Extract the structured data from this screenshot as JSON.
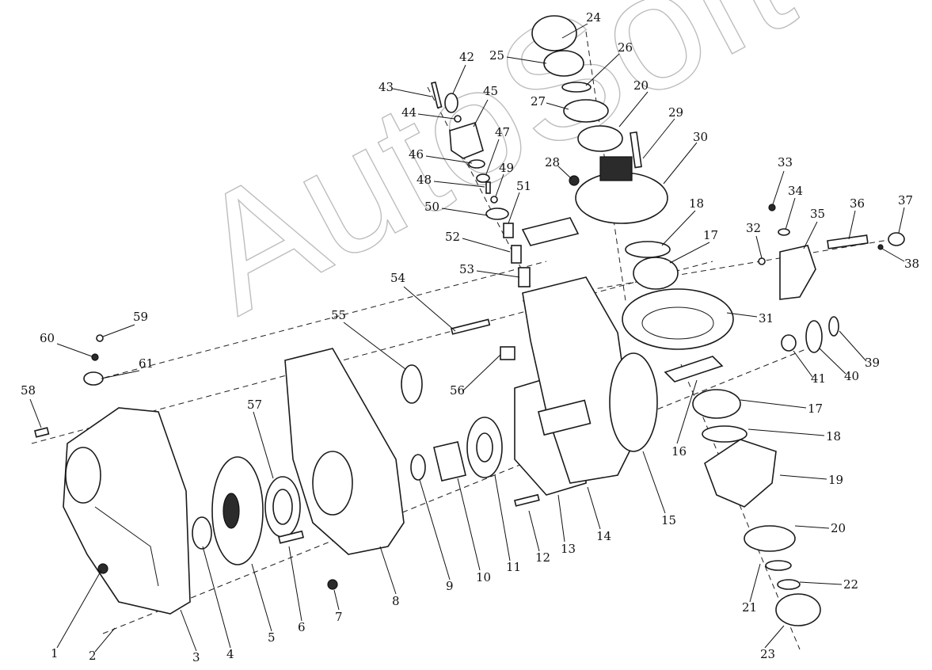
{
  "watermark": {
    "text": "AutoSoft"
  },
  "corner_mark": "",
  "callouts": [
    {
      "label": "1"
    },
    {
      "label": "2"
    },
    {
      "label": "3"
    },
    {
      "label": "4"
    },
    {
      "label": "5"
    },
    {
      "label": "6"
    },
    {
      "label": "7"
    },
    {
      "label": "8"
    },
    {
      "label": "9"
    },
    {
      "label": "10"
    },
    {
      "label": "11"
    },
    {
      "label": "12"
    },
    {
      "label": "13"
    },
    {
      "label": "14"
    },
    {
      "label": "15"
    },
    {
      "label": "16"
    },
    {
      "label": "17"
    },
    {
      "label": "17"
    },
    {
      "label": "18"
    },
    {
      "label": "18"
    },
    {
      "label": "19"
    },
    {
      "label": "20"
    },
    {
      "label": "20"
    },
    {
      "label": "21"
    },
    {
      "label": "22"
    },
    {
      "label": "23"
    },
    {
      "label": "24"
    },
    {
      "label": "25"
    },
    {
      "label": "26"
    },
    {
      "label": "27"
    },
    {
      "label": "28"
    },
    {
      "label": "29"
    },
    {
      "label": "30"
    },
    {
      "label": "31"
    },
    {
      "label": "32"
    },
    {
      "label": "33"
    },
    {
      "label": "34"
    },
    {
      "label": "35"
    },
    {
      "label": "36"
    },
    {
      "label": "37"
    },
    {
      "label": "38"
    },
    {
      "label": "39"
    },
    {
      "label": "40"
    },
    {
      "label": "41"
    },
    {
      "label": "42"
    },
    {
      "label": "43"
    },
    {
      "label": "44"
    },
    {
      "label": "45"
    },
    {
      "label": "46"
    },
    {
      "label": "47"
    },
    {
      "label": "48"
    },
    {
      "label": "49"
    },
    {
      "label": "50"
    },
    {
      "label": "51"
    },
    {
      "label": "52"
    },
    {
      "label": "53"
    },
    {
      "label": "54"
    },
    {
      "label": "55"
    },
    {
      "label": "56"
    },
    {
      "label": "57"
    },
    {
      "label": "58"
    },
    {
      "label": "59"
    },
    {
      "label": "60"
    },
    {
      "label": "61"
    }
  ]
}
